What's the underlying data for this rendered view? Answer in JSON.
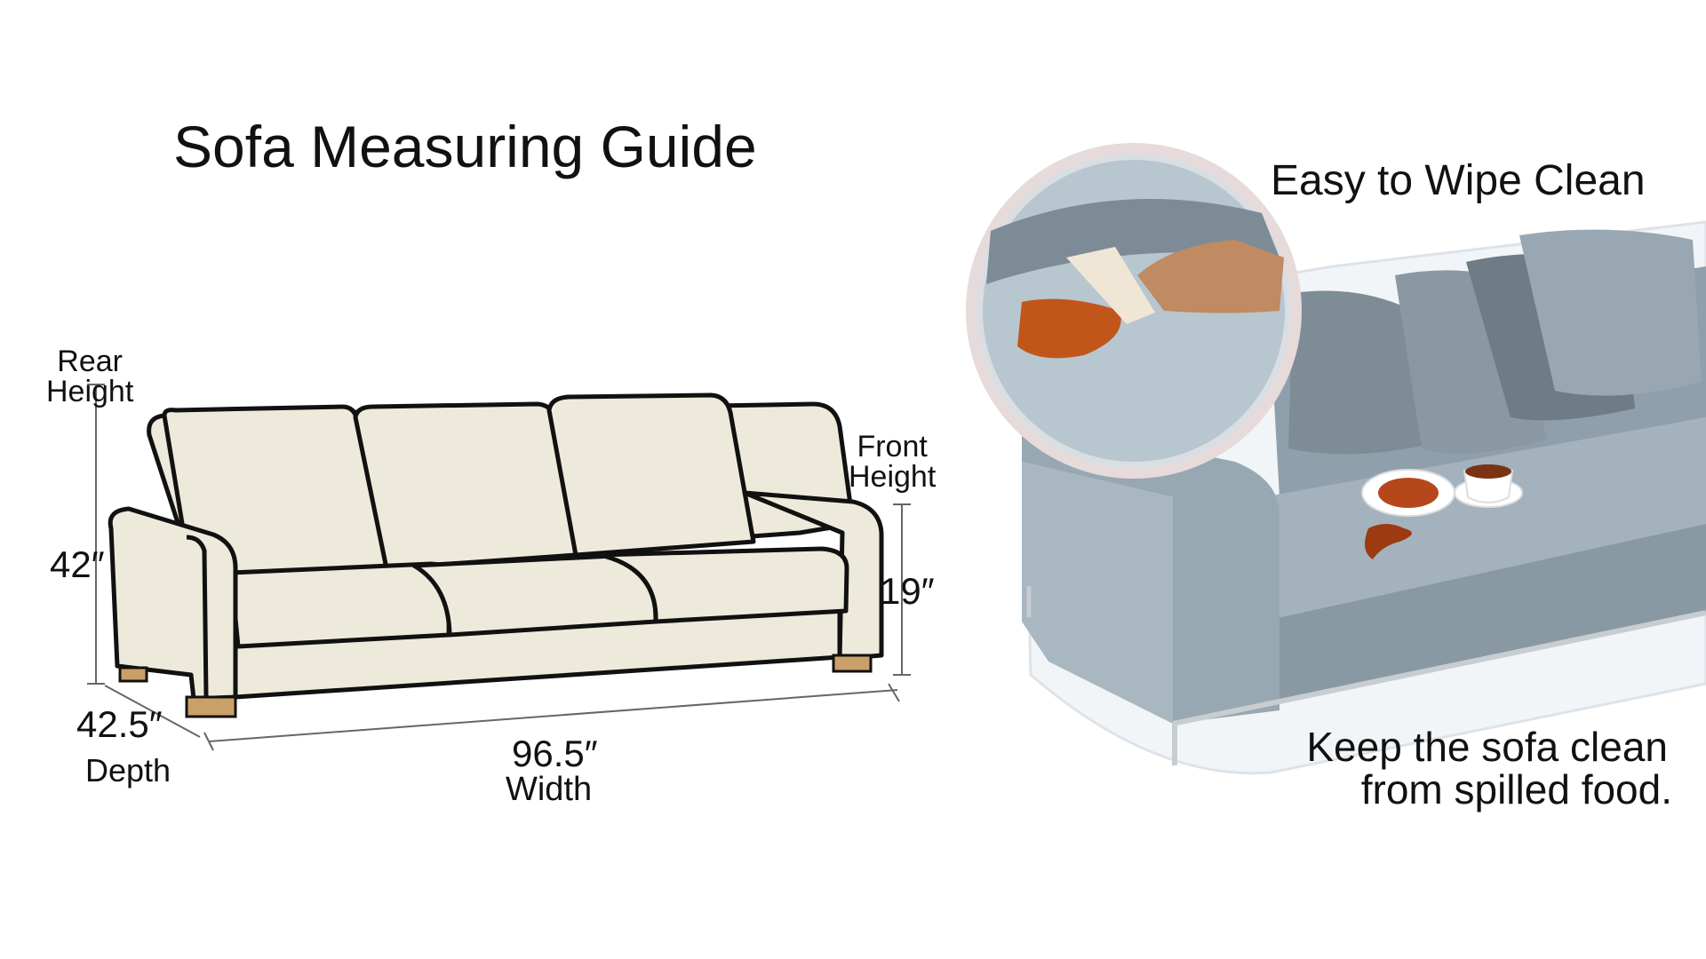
{
  "guide": {
    "title": "Sofa Measuring Guide",
    "rear_height_label_1": "Rear",
    "rear_height_label_2": "Height",
    "rear_height_value": "42″",
    "front_height_label_1": "Front",
    "front_height_label_2": "Height",
    "front_height_value": "19″",
    "depth_value": "42.5″",
    "depth_label": "Depth",
    "width_value": "96.5″",
    "width_label": "Width"
  },
  "feature": {
    "title": "Easy to Wipe Clean",
    "caption_line_1": "Keep the sofa clean",
    "caption_line_2": "from spilled food."
  },
  "colors": {
    "sofa_fill": "#EEEADB",
    "sofa_outline": "#111111",
    "sofa_legs": "#C9A068",
    "photo_sofa": "#9AAAB5",
    "sauce": "#B5471A"
  }
}
